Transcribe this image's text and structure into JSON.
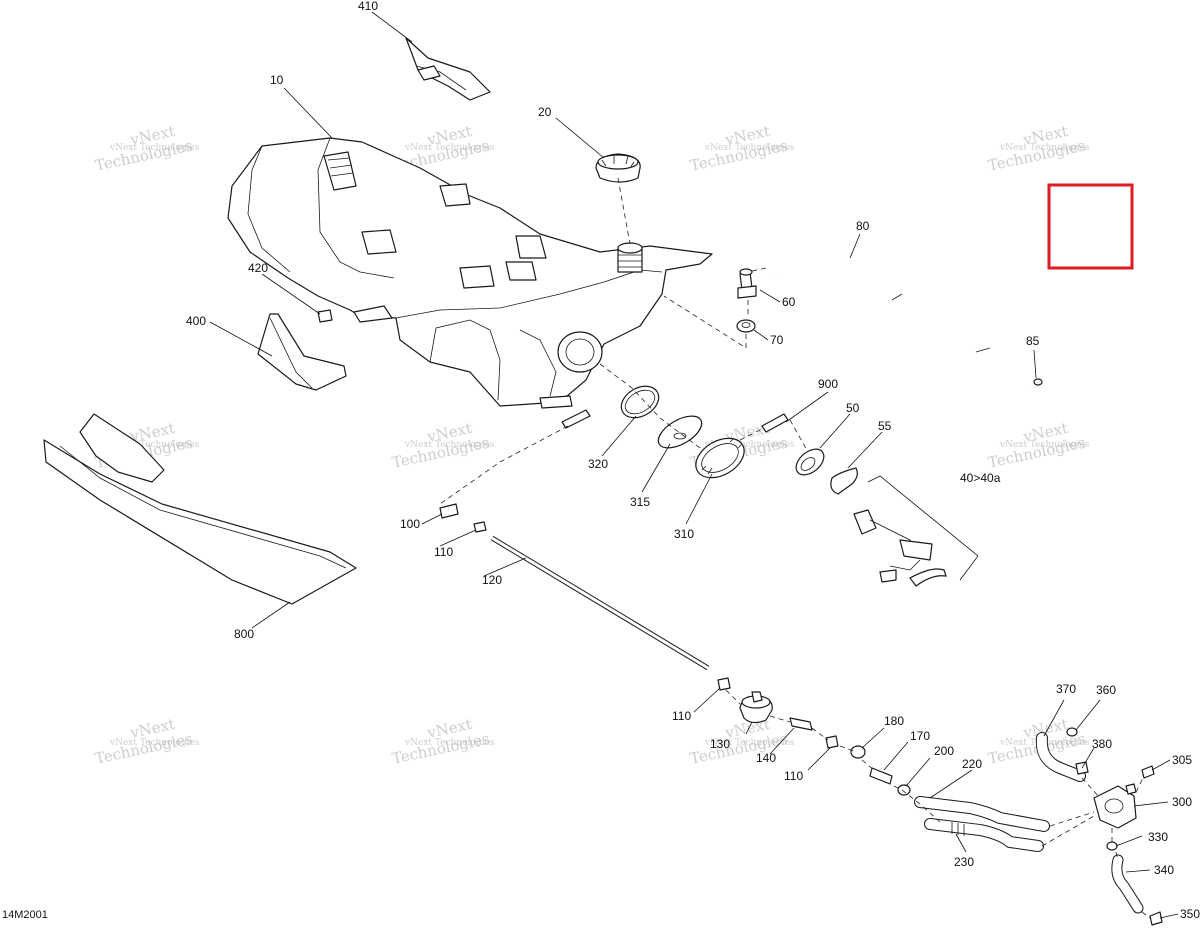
{
  "drawing_code": "14M2001",
  "watermark": {
    "line1": "vNext",
    "line2": "Technologies",
    "small": "vNext Technologies"
  },
  "callouts": {
    "c410": "410",
    "c10": "10",
    "c20": "20",
    "c80": "80",
    "c60": "60",
    "c70": "70",
    "c85": "85",
    "c420": "420",
    "c400": "400",
    "c900": "900",
    "c50": "50",
    "c55": "55",
    "c320": "320",
    "c315": "315",
    "c310": "310",
    "c40": "40>40a",
    "c100": "100",
    "c110a": "110",
    "c120": "120",
    "c800": "800",
    "c110b": "110",
    "c130": "130",
    "c140": "140",
    "c110c": "110",
    "c180": "180",
    "c170": "170",
    "c200": "200",
    "c220": "220",
    "c230": "230",
    "c370": "370",
    "c360": "360",
    "c380": "380",
    "c305": "305",
    "c300": "300",
    "c330": "330",
    "c340": "340",
    "c350": "350"
  },
  "colors": {
    "highlight": "#e01b24",
    "line": "#1a1a1a",
    "watermark": "#b8b8b8"
  }
}
